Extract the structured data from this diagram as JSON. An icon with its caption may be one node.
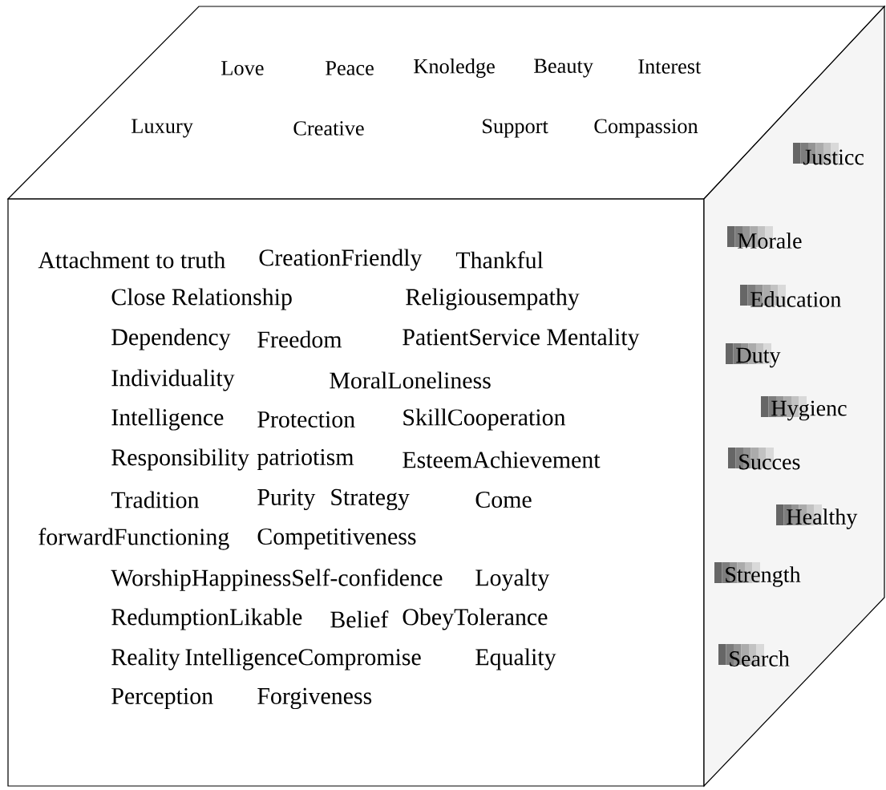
{
  "diagram": {
    "nodes": [
      {
        "text": [
          "Love",
          "Peace",
          "Knoledge",
          "Beauty",
          "Interest",
          "Luxury",
          "Creative",
          "Support",
          "Compassion"
        ]
      },
      {
        "text": [
          "Attachment to truth",
          "CreationFriendly",
          "Thankful",
          "Close Relationship",
          "Religiousempathy",
          "Dependency",
          "Freedom",
          "PatientService Mentality",
          "Individuality",
          "MoralLoneliness",
          "Intelligence",
          "Protection",
          "SkillCooperation",
          "Responsibility",
          "patriotism",
          "EsteemAchievement",
          "Tradition",
          "Purity",
          "Strategy",
          "Come",
          "forwardFunctioning",
          "Competitiveness",
          "WorshipHappinessSelf-confidence",
          "Loyalty",
          "RedumptionLikable",
          "Belief",
          "ObeyTolerance",
          "Reality",
          "IntelligenceCompromise",
          "Equality",
          "Perception",
          "Forgiveness"
        ]
      },
      {
        "text": [
          "Justicc",
          "Morale",
          "Education",
          "Duty",
          "Hygienc",
          "Succes",
          "Healthy",
          "Strength",
          "Search"
        ]
      }
    ]
  }
}
